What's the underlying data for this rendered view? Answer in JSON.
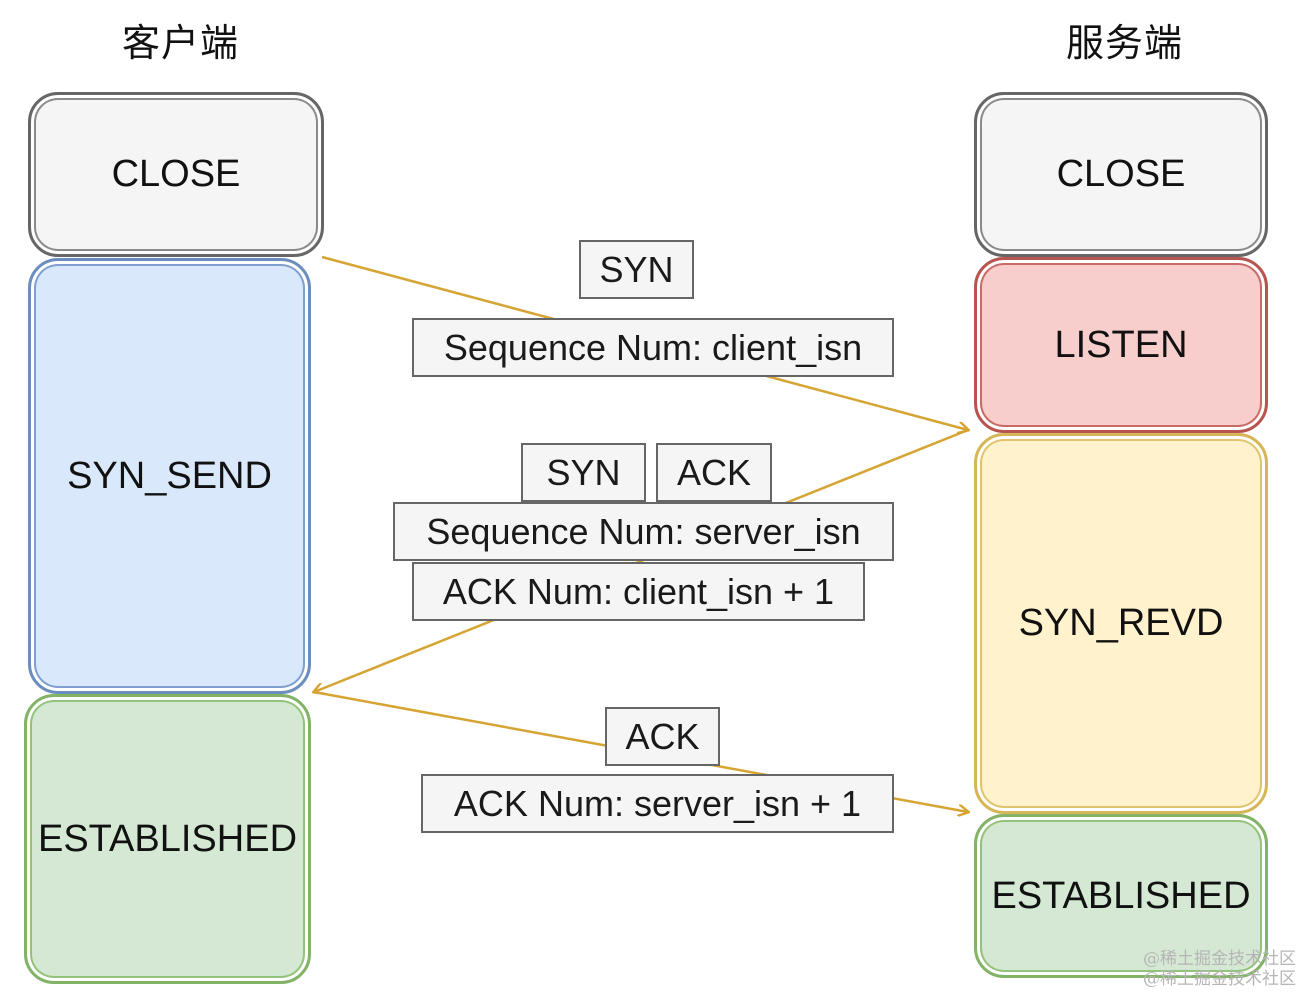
{
  "titles": {
    "client": "客户端",
    "server": "服务端"
  },
  "client_states": {
    "close": "CLOSE",
    "syn_send": "SYN_SEND",
    "established": "ESTABLISHED"
  },
  "server_states": {
    "close": "CLOSE",
    "listen": "LISTEN",
    "syn_revd": "SYN_REVD",
    "established": "ESTABLISHED"
  },
  "messages": {
    "first": {
      "flag": "SYN",
      "seq": "Sequence Num: client_isn"
    },
    "second": {
      "flag_syn": "SYN",
      "flag_ack": "ACK",
      "seq": "Sequence Num: server_isn",
      "ack": "ACK Num: client_isn + 1"
    },
    "third": {
      "flag": "ACK",
      "ack": "ACK Num: server_isn + 1"
    }
  },
  "watermark": [
    "@稀土掘金技术社区",
    "@稀土掘金技术社区"
  ],
  "colors": {
    "arrow": "#d6a433",
    "close": "#f5f5f5",
    "syn_send": "#dae8fc",
    "established": "#d5e8d4",
    "listen": "#f8cecc",
    "syn_revd": "#fff2cc"
  }
}
